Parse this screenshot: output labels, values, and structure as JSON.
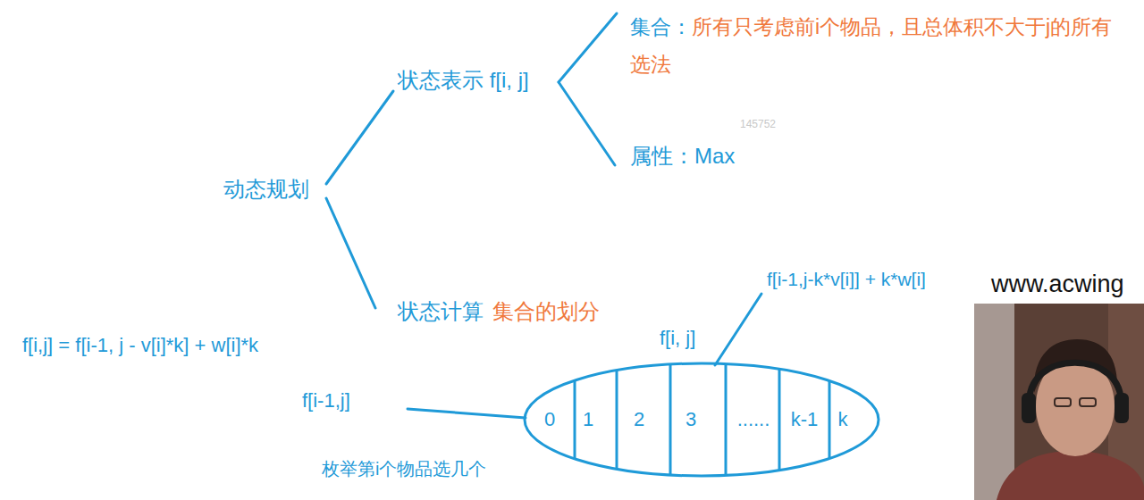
{
  "diagram": {
    "nodes": [
      {
        "text": [
          "0",
          "1",
          "2",
          "3",
          "......",
          "k-1",
          "k"
        ]
      }
    ],
    "labels": [
      "动态规划",
      "状态表示 f[i, j]",
      "集合：",
      "所有只考虑前i个物品，且总体积不大于j的所有选法",
      "145752",
      "属性：Max",
      "状态计算",
      "集合的划分",
      "f[i,j] = f[i-1, j - v[i]*k] + w[i]*k",
      "f[i-1,j]",
      "f[i, j]",
      "f[i-1,j-k*v[i]] + k*w[i]",
      "www.acwing",
      "枚举第i个物品选几个"
    ]
  }
}
